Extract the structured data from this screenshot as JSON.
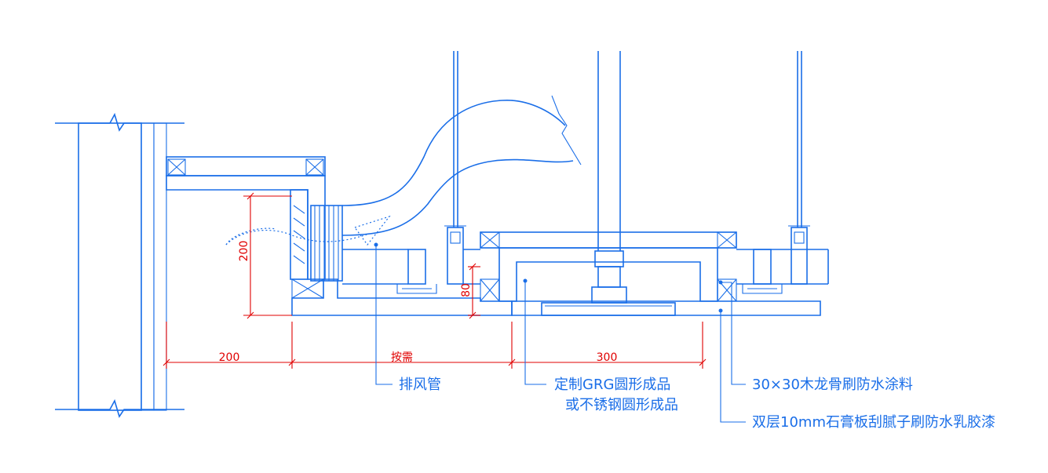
{
  "dimensions": {
    "left_width": "200",
    "mid_width": "按需",
    "right_width": "300",
    "duct_height": "200",
    "profile_height": "80"
  },
  "labels": {
    "exhaust_pipe": "排风管",
    "grg_line1": "定制GRG圆形成品",
    "grg_line2": "或不锈钢圆形成品",
    "keel": "30×30木龙骨刷防水涂料",
    "gypsum": "双层10mm石膏板刮腻子刷防水乳胶漆"
  },
  "colors": {
    "line": "#1a6ee8",
    "dimension": "#e00000",
    "background": "#ffffff"
  }
}
